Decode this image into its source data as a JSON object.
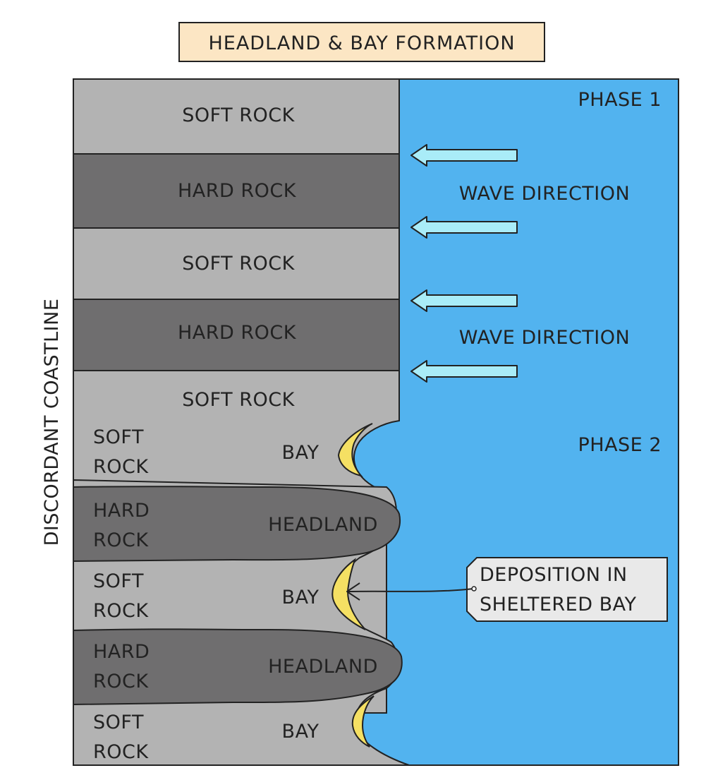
{
  "title": "HEADLAND & BAY FORMATION",
  "side_label": "DISCORDANT COASTLINE",
  "colors": {
    "sea": "#52B3EF",
    "soft_rock": "#B3B3B3",
    "hard_rock": "#6F6E6F",
    "sand": "#F5E063",
    "arrow_fill": "#A9ECF8",
    "title_box": "#FCE6C4",
    "callout_box": "#E9E9E9"
  },
  "phase1": {
    "label": "PHASE 1",
    "bands": [
      "SOFT ROCK",
      "HARD ROCK",
      "SOFT ROCK",
      "HARD ROCK",
      "SOFT ROCK"
    ],
    "wave_labels": [
      "WAVE DIRECTION",
      "WAVE DIRECTION"
    ]
  },
  "phase2": {
    "label": "PHASE 2",
    "rows": [
      {
        "rock_line1": "SOFT",
        "rock_line2": "ROCK",
        "feature": "BAY"
      },
      {
        "rock_line1": "HARD",
        "rock_line2": "ROCK",
        "feature": "HEADLAND"
      },
      {
        "rock_line1": "SOFT",
        "rock_line2": "ROCK",
        "feature": "BAY"
      },
      {
        "rock_line1": "HARD",
        "rock_line2": "ROCK",
        "feature": "HEADLAND"
      },
      {
        "rock_line1": "SOFT",
        "rock_line2": "ROCK",
        "feature": "BAY"
      }
    ],
    "callout_line1": "DEPOSITION IN",
    "callout_line2": "SHELTERED BAY"
  }
}
